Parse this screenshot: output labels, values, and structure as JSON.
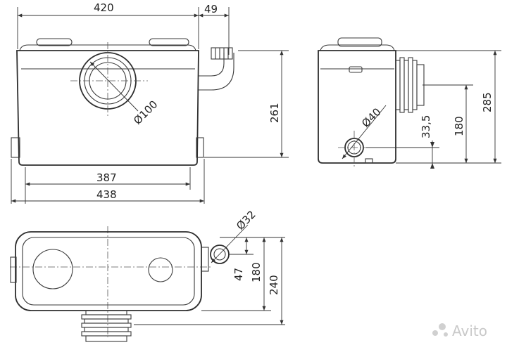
{
  "dimensions": {
    "front_width_top": "420",
    "outlet_offset": "49",
    "inlet_diameter": "Ø100",
    "front_height": "261",
    "base_width": "387",
    "overall_width": "438",
    "side_inlet_diameter": "Ø40",
    "side_inlet_height": "33,5",
    "side_outlet_height": "180",
    "side_overall_height": "285",
    "top_outlet_diameter": "Ø32",
    "top_outlet_offset": "47",
    "top_depth_mid": "180",
    "top_depth_overall": "240"
  },
  "watermark": "Avito"
}
